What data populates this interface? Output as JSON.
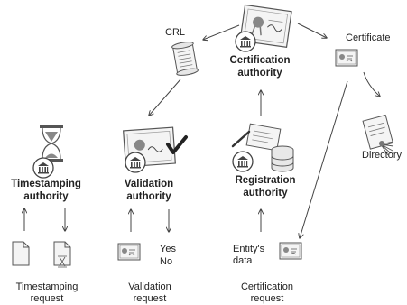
{
  "nodes": {
    "certification_authority": {
      "label_line1": "Certification",
      "label_line2": "authority"
    },
    "registration_authority": {
      "label_line1": "Registration",
      "label_line2": "authority"
    },
    "validation_authority": {
      "label_line1": "Validation",
      "label_line2": "authority"
    },
    "timestamping_authority": {
      "label_line1": "Timestamping",
      "label_line2": "authority"
    },
    "crl": {
      "label": "CRL"
    },
    "certificate": {
      "label": "Certificate"
    },
    "directory": {
      "label": "Directory"
    }
  },
  "requests": {
    "timestamping": {
      "line1": "Timestamping",
      "line2": "request"
    },
    "validation": {
      "line1": "Validation",
      "line2": "request",
      "yes": "Yes",
      "no": "No"
    },
    "certification": {
      "line1": "Certification",
      "line2": "request",
      "entity_line1": "Entity's",
      "entity_line2": "data"
    }
  },
  "colors": {
    "ink": "#333333",
    "stroke": "#555555",
    "paper": "#f4f4f4",
    "seal": "#888888"
  }
}
